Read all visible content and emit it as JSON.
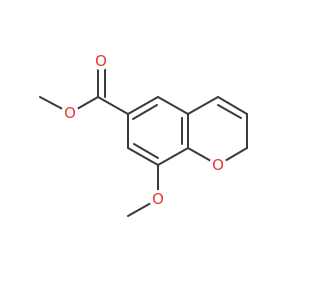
{
  "molecule": {
    "atoms": {
      "o_carbonyl": "O",
      "o_ester": "O",
      "o_methoxy": "O",
      "o_ring": "O"
    },
    "colors": {
      "bond": "#3a3a3a",
      "oxygen": "#e8392b",
      "background": "#ffffff"
    }
  }
}
